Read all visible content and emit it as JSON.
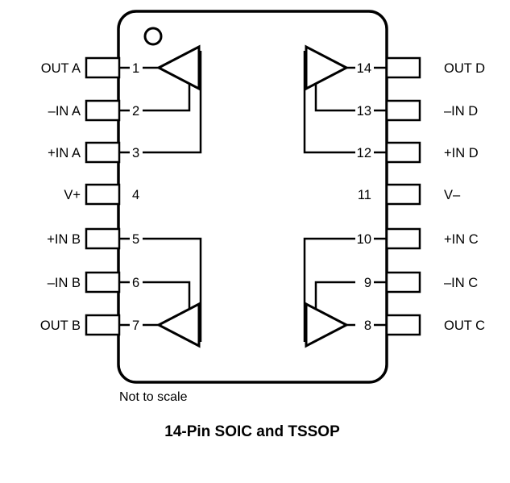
{
  "package": {
    "left_pins": [
      {
        "number": "1",
        "label": "OUT A"
      },
      {
        "number": "2",
        "label": "–IN A"
      },
      {
        "number": "3",
        "label": "+IN A"
      },
      {
        "number": "4",
        "label": "V+"
      },
      {
        "number": "5",
        "label": "+IN B"
      },
      {
        "number": "6",
        "label": "–IN B"
      },
      {
        "number": "7",
        "label": "OUT B"
      }
    ],
    "right_pins": [
      {
        "number": "14",
        "label": "OUT D"
      },
      {
        "number": "13",
        "label": "–IN D"
      },
      {
        "number": "12",
        "label": "+IN D"
      },
      {
        "number": "11",
        "label": "V–"
      },
      {
        "number": "10",
        "label": "+IN C"
      },
      {
        "number": "9",
        "label": "–IN C"
      },
      {
        "number": "8",
        "label": "OUT C"
      }
    ],
    "note": "Not to scale",
    "caption": "14-Pin SOIC and TSSOP",
    "colors": {
      "line": "#000000",
      "background": "#ffffff"
    }
  }
}
